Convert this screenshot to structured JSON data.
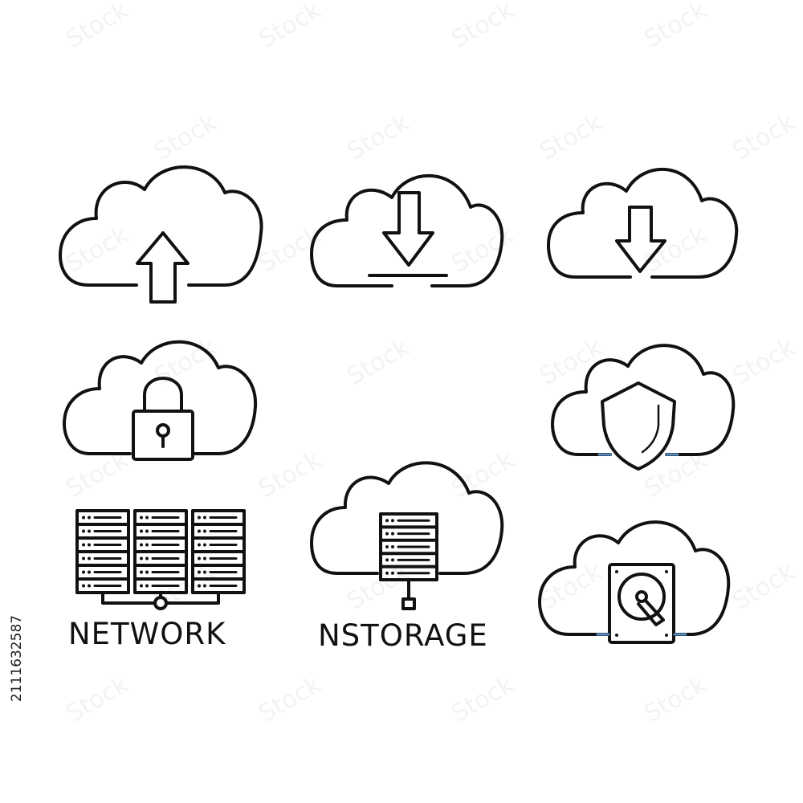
{
  "labels": {
    "network": "NETWORK",
    "storage": "NSTORAGE"
  },
  "stock_id": "2111632587",
  "watermark_text": "Stock",
  "colors": {
    "stroke": "#111111",
    "accent": "#5b8fc9",
    "background": "#ffffff",
    "watermark": "#f3f3f3"
  },
  "icons": [
    "cloud-upload-icon",
    "cloud-download-icon",
    "cloud-download-icon",
    "cloud-lock-icon",
    "cloud-shield-icon",
    "server-network-icon",
    "cloud-storage-server-icon",
    "cloud-hard-drive-icon"
  ]
}
